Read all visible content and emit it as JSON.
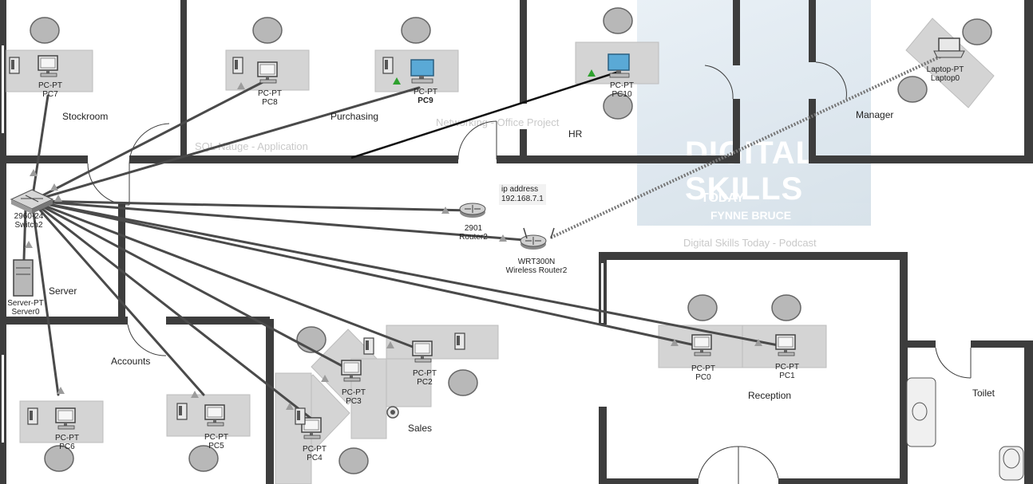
{
  "rooms": {
    "stockroom": "Stockroom",
    "purchasing": "Purchasing",
    "hr": "HR",
    "manager": "Manager",
    "server": "Server",
    "accounts": "Accounts",
    "sales": "Sales",
    "reception": "Reception",
    "toilet": "Toilet"
  },
  "background": {
    "networking_project": "Networking - Office Project",
    "sql_nauge": "SQL Nauge - Application",
    "podcast": "Digital Skills Today - Podcast",
    "poster_line1": "DIGITAL SKILLS",
    "poster_line2": "TODAY",
    "poster_line3": "FYNNE BRUCE"
  },
  "note": {
    "line1": "ip address",
    "line2": "192.168.7.1"
  },
  "devices": {
    "pc7": {
      "model": "PC-PT",
      "name": "PC7"
    },
    "pc8": {
      "model": "PC-PT",
      "name": "PC8"
    },
    "pc9": {
      "model": "PC-PT",
      "name": "PC9"
    },
    "pc10": {
      "model": "PC-PT",
      "name": "PC10"
    },
    "laptop0": {
      "model": "Laptop-PT",
      "name": "Laptop0"
    },
    "switch2": {
      "model": "2960-24",
      "name": "Switch2"
    },
    "server0": {
      "model": "Server-PT",
      "name": "Server0"
    },
    "router2": {
      "model": "2901",
      "name": "Router2"
    },
    "wireless_router2": {
      "model": "WRT300N",
      "name": "Wireless Router2"
    },
    "pc0": {
      "model": "PC-PT",
      "name": "PC0"
    },
    "pc1": {
      "model": "PC-PT",
      "name": "PC1"
    },
    "pc2": {
      "model": "PC-PT",
      "name": "PC2"
    },
    "pc3": {
      "model": "PC-PT",
      "name": "PC3"
    },
    "pc4": {
      "model": "PC-PT",
      "name": "PC4"
    },
    "pc5": {
      "model": "PC-PT",
      "name": "PC5"
    },
    "pc6": {
      "model": "PC-PT",
      "name": "PC6"
    }
  },
  "colors": {
    "wall": "#3d3d3d",
    "cable": "#4a4a4a",
    "link_up": "#2ea12e",
    "link_down_triangle": "#9c9c9c",
    "desk": "#d4d4d4",
    "monitor": "#5aa9d6"
  }
}
